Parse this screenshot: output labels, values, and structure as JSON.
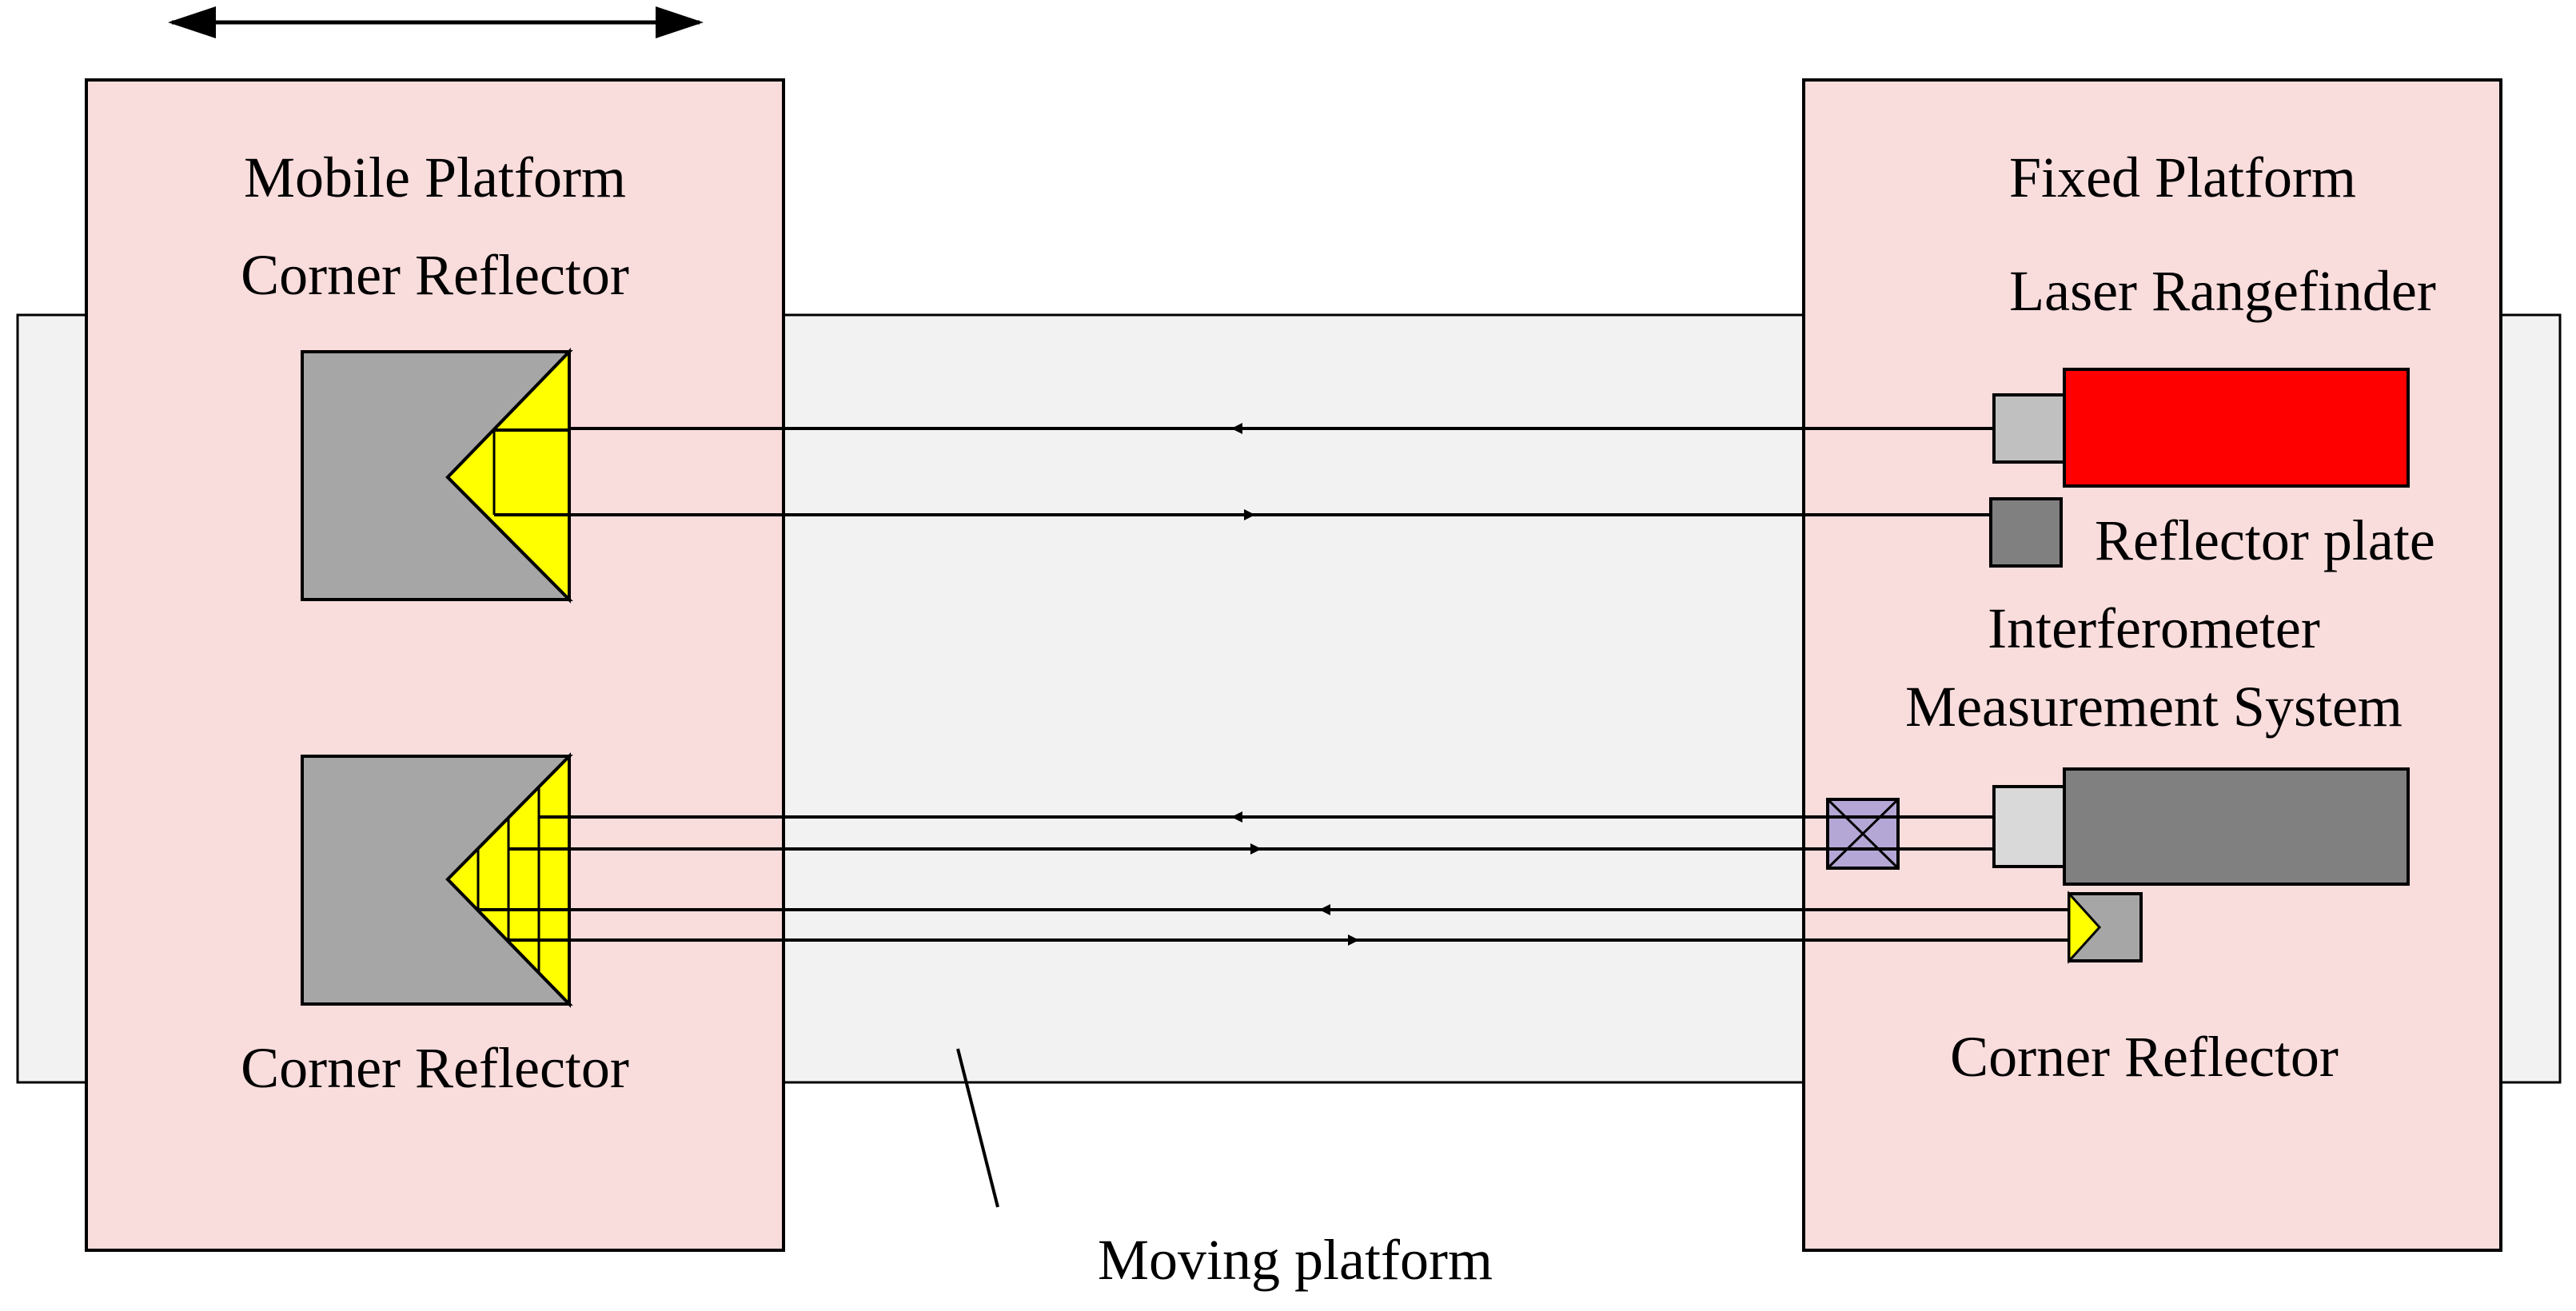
{
  "labels": {
    "mobile_platform": "Mobile Platform",
    "corner_reflector_top": "Corner Reflector",
    "corner_reflector_bottom": "Corner Reflector",
    "fixed_platform": "Fixed Platform",
    "laser_rangefinder": "Laser Rangefinder",
    "reflector_plate": "Reflector plate",
    "interferometer_line1": "Interferometer",
    "interferometer_line2": "Measurement System",
    "corner_reflector_fixed": "Corner Reflector",
    "moving_platform": "Moving platform"
  },
  "colors": {
    "platform_fill": "#f9dcdc",
    "rail_fill": "#f2f2f2",
    "reflector_body": "#a6a6a6",
    "prism": "#ffff00",
    "laser_body": "#ff0000",
    "laser_head": "#c0c0c0",
    "reflector_plate": "#808080",
    "interferometer_body": "#808080",
    "interferometer_head": "#d9d9d9",
    "beam_splitter": "#b4a7d6"
  }
}
